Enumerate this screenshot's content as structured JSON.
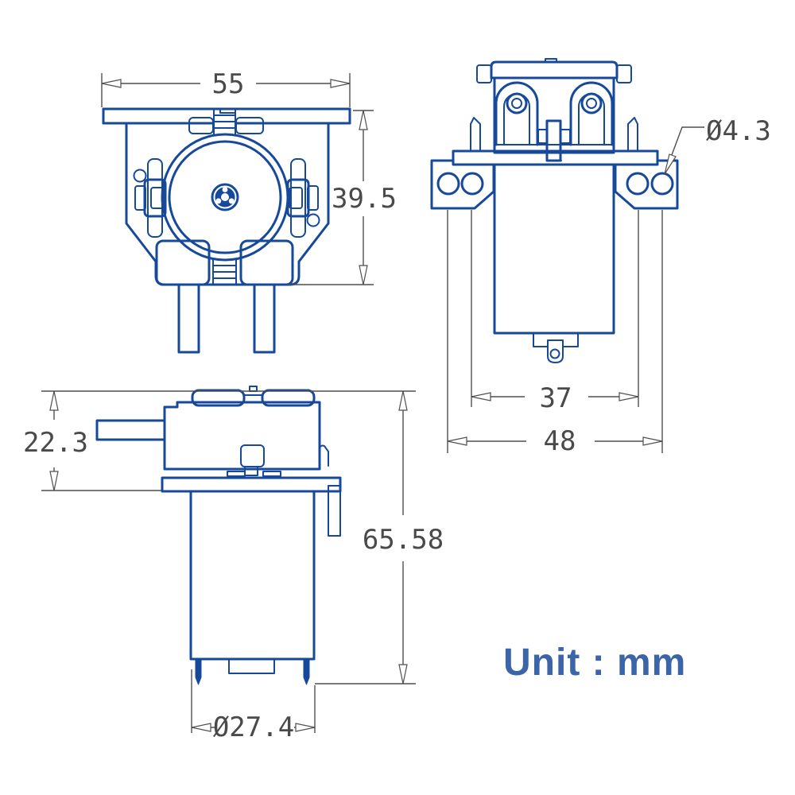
{
  "drawing": {
    "unit_label": "Unit : mm",
    "dimensions": {
      "front_width": "55",
      "front_height": "39.5",
      "hole_diameter": "Ø4.3",
      "hole_spacing_inner": "37",
      "hole_spacing_outer": "48",
      "head_height": "22.3",
      "overall_height": "65.58",
      "motor_diameter": "Ø27.4"
    },
    "colors": {
      "line": "#17499b",
      "dim_line": "#4f4f4f",
      "dim_text": "#4a4a4a",
      "unit_text": "#3c64a9",
      "background": "#ffffff"
    }
  }
}
